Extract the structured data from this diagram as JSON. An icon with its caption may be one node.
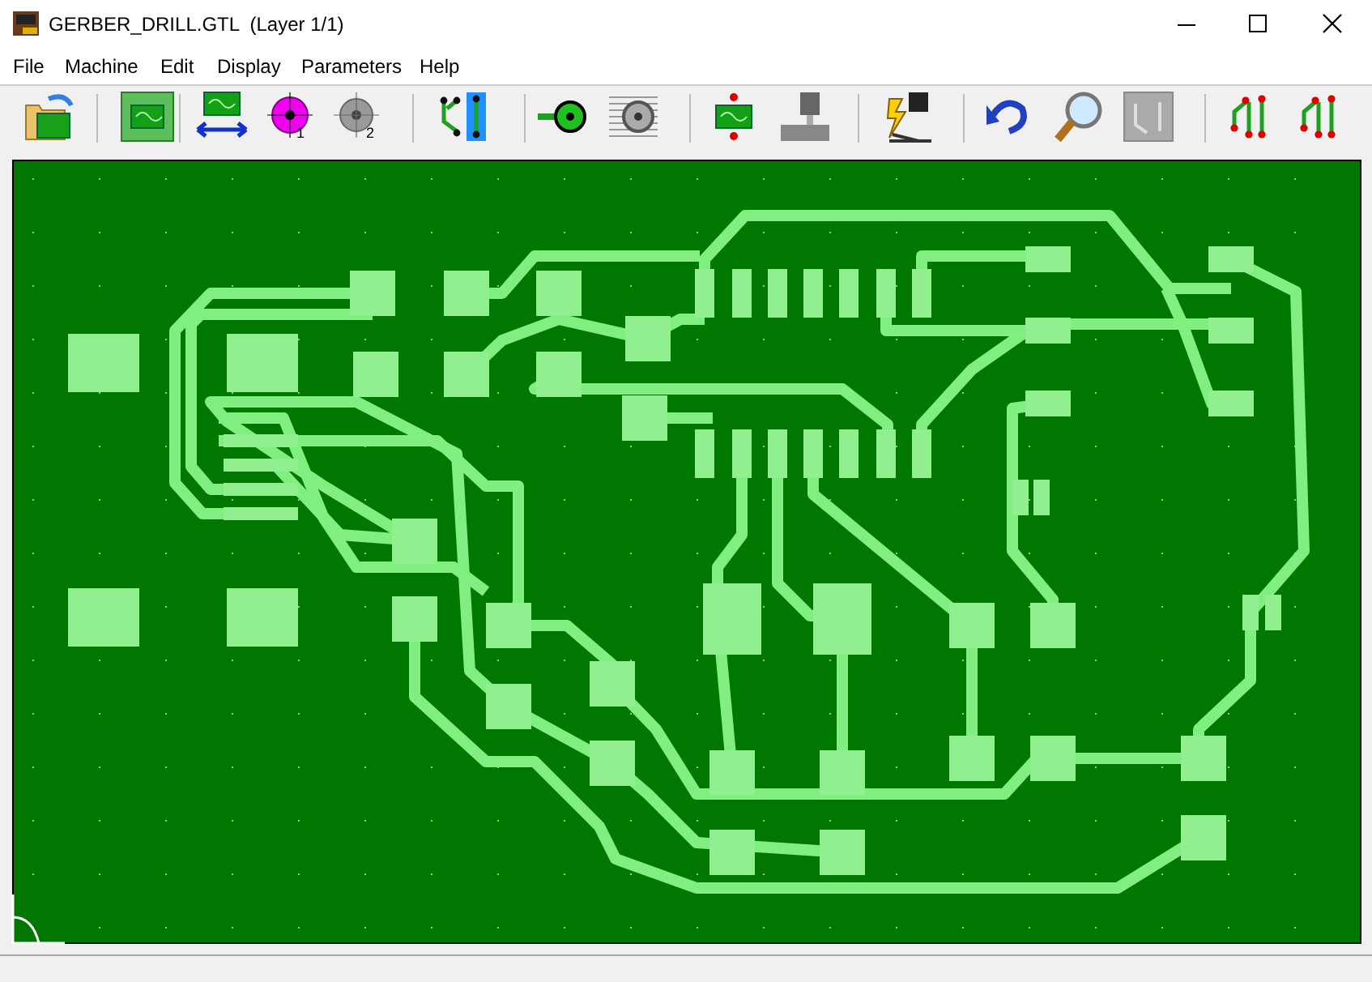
{
  "diagram": {
    "title": "GERBER_DRILL.GTL  (Layer 1/1)",
    "labels": [
      "File",
      "Machine",
      "Edit",
      "Display",
      "Parameters",
      "Help",
      "1",
      "2"
    ]
  }
}
